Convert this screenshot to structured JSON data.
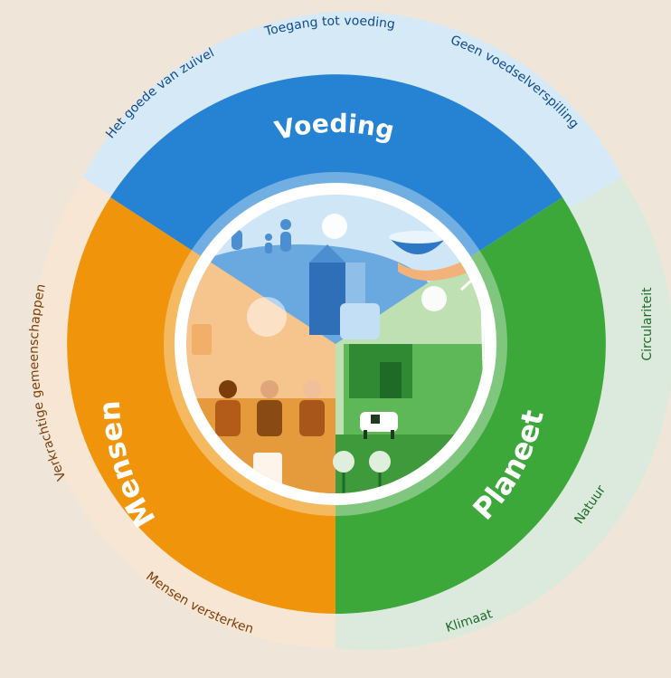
{
  "colors": {
    "background": "#efe6d9",
    "voeding_ring": "#2683d3",
    "voeding_outer": "#d6e9f6",
    "mensen_ring": "#f0950b",
    "mensen_outer": "#f6e6d3",
    "planeet_ring": "#3da83a",
    "planeet_outer": "#dbeadc",
    "ring_text": "#ffffff",
    "voeding_label_text": "#0e4a8c",
    "mensen_label_text": "#7a3e0a",
    "planeet_label_text": "#1e6a2a"
  },
  "segments": {
    "voeding": {
      "title": "Voeding",
      "outer_labels": [
        "Het goede van zuivel",
        "Toegang tot voeding",
        "Geen voedselverspilling"
      ]
    },
    "mensen": {
      "title": "Mensen",
      "outer_labels": [
        "Verkrachtige gemeenschappen",
        "Mensen versterken"
      ]
    },
    "planeet": {
      "title": "Planeet",
      "outer_labels": [
        "Circulariteit",
        "Natuur",
        "Klimaat"
      ]
    }
  },
  "center_illustration": {
    "icons": [
      "family-icon",
      "milk-carton-icon",
      "bowl-icon",
      "wind-turbine-icon",
      "barn-icon",
      "cow-icon",
      "farmers-icon",
      "milk-glass-icon",
      "flower-icon"
    ]
  }
}
